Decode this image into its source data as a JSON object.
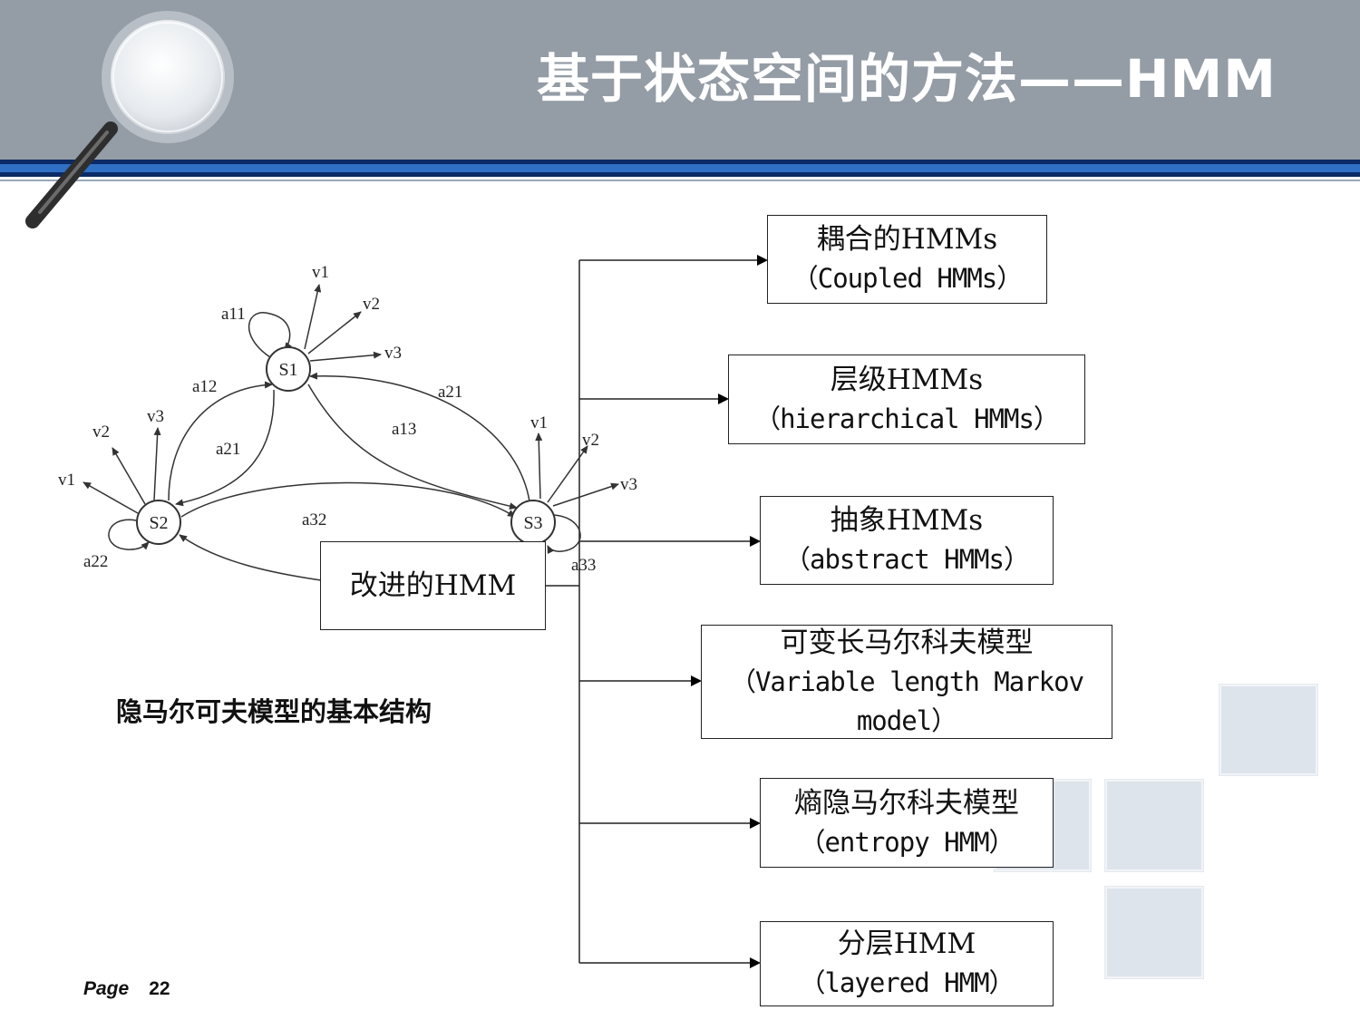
{
  "slide": {
    "title": "基于状态空间的方法——HMM",
    "caption": "隐马尔可夫模型的基本结构",
    "footer": {
      "page_label": "Page",
      "page_number": "22"
    }
  },
  "colors": {
    "header_bg": "#949ca5",
    "stripe_dark": "#0b2a66",
    "stripe_blue": "#2f6fc4",
    "deco_square": "#dde4ec"
  },
  "icons": [
    "magnifier-icon"
  ],
  "hmm_diagram": {
    "states": [
      "S1",
      "S2",
      "S3"
    ],
    "transition_labels": {
      "a11": "a11",
      "a12": "a12",
      "a21_top": "a21",
      "a21_inner": "a21",
      "a13": "a13",
      "a22": "a22",
      "a32": "a32",
      "a33": "a33"
    },
    "emissions": {
      "s1": [
        "v1",
        "v2",
        "v3"
      ],
      "s2": [
        "v1",
        "v2",
        "v3"
      ],
      "s3": [
        "v1",
        "v2",
        "v3"
      ]
    }
  },
  "center_box": {
    "label": "改进的HMM"
  },
  "variants": [
    {
      "title": "耦合的HMMs",
      "subtitle": "（Coupled HMMs）"
    },
    {
      "title": "层级HMMs",
      "subtitle": "（hierarchical HMMs）"
    },
    {
      "title": "抽象HMMs",
      "subtitle": "（abstract HMMs）"
    },
    {
      "title": "可变长马尔科夫模型",
      "subtitle": "（Variable length Markov",
      "subtitle2": "model）"
    },
    {
      "title": "熵隐马尔科夫模型",
      "subtitle": "（entropy HMM）"
    },
    {
      "title": "分层HMM",
      "subtitle": "（layered HMM）"
    }
  ]
}
